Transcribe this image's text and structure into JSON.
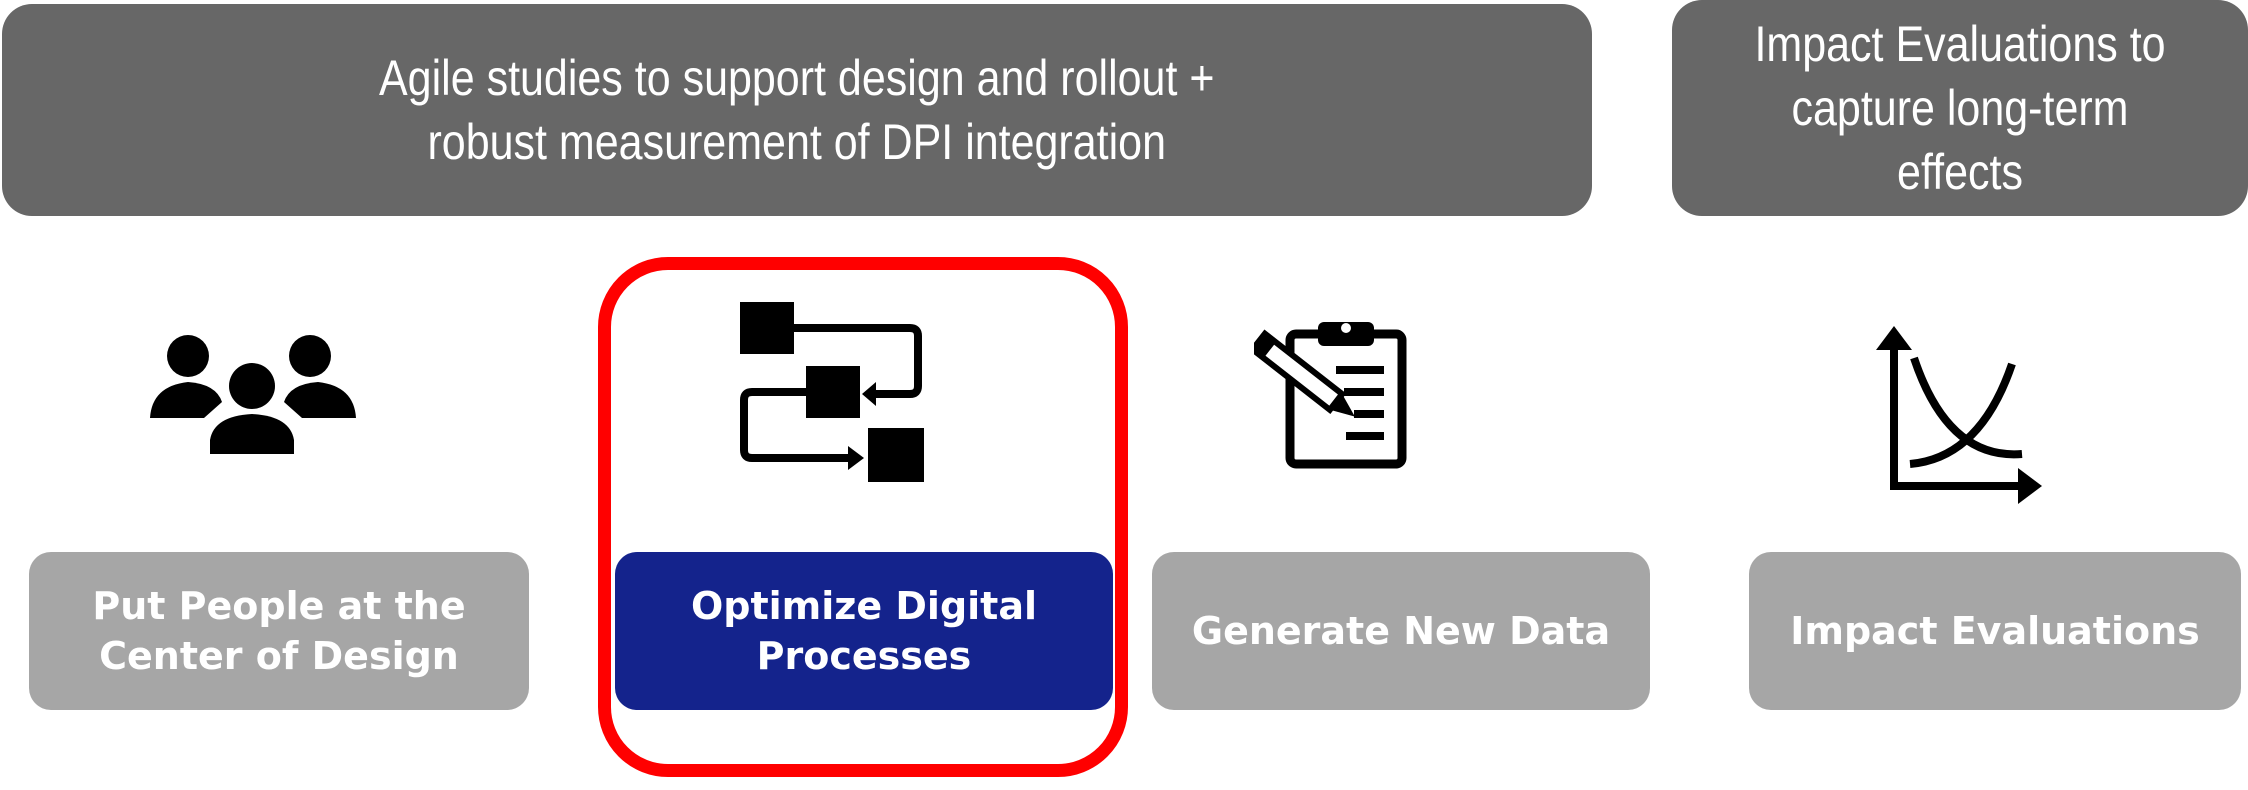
{
  "banners": {
    "left": {
      "line1": "Agile studies to support design and rollout +",
      "line2": "robust measurement of DPI integration"
    },
    "right": {
      "line1": "Impact Evaluations to",
      "line2": "capture long-term",
      "line3": "effects"
    }
  },
  "cards": [
    {
      "line1": "Put People at the",
      "line2": "Center of Design",
      "icon": "people-group-icon"
    },
    {
      "line1": "Optimize Digital",
      "line2": "Processes",
      "icon": "process-flow-icon"
    },
    {
      "line1": "Generate New Data",
      "icon": "clipboard-pencil-icon"
    },
    {
      "line1": "Impact Evaluations",
      "icon": "crossing-curves-chart-icon"
    }
  ],
  "colors": {
    "banner": "#676767",
    "card": "#a6a6a6",
    "card_highlight": "#14238c",
    "highlight_border": "#ff0000",
    "icon": "#000000"
  }
}
